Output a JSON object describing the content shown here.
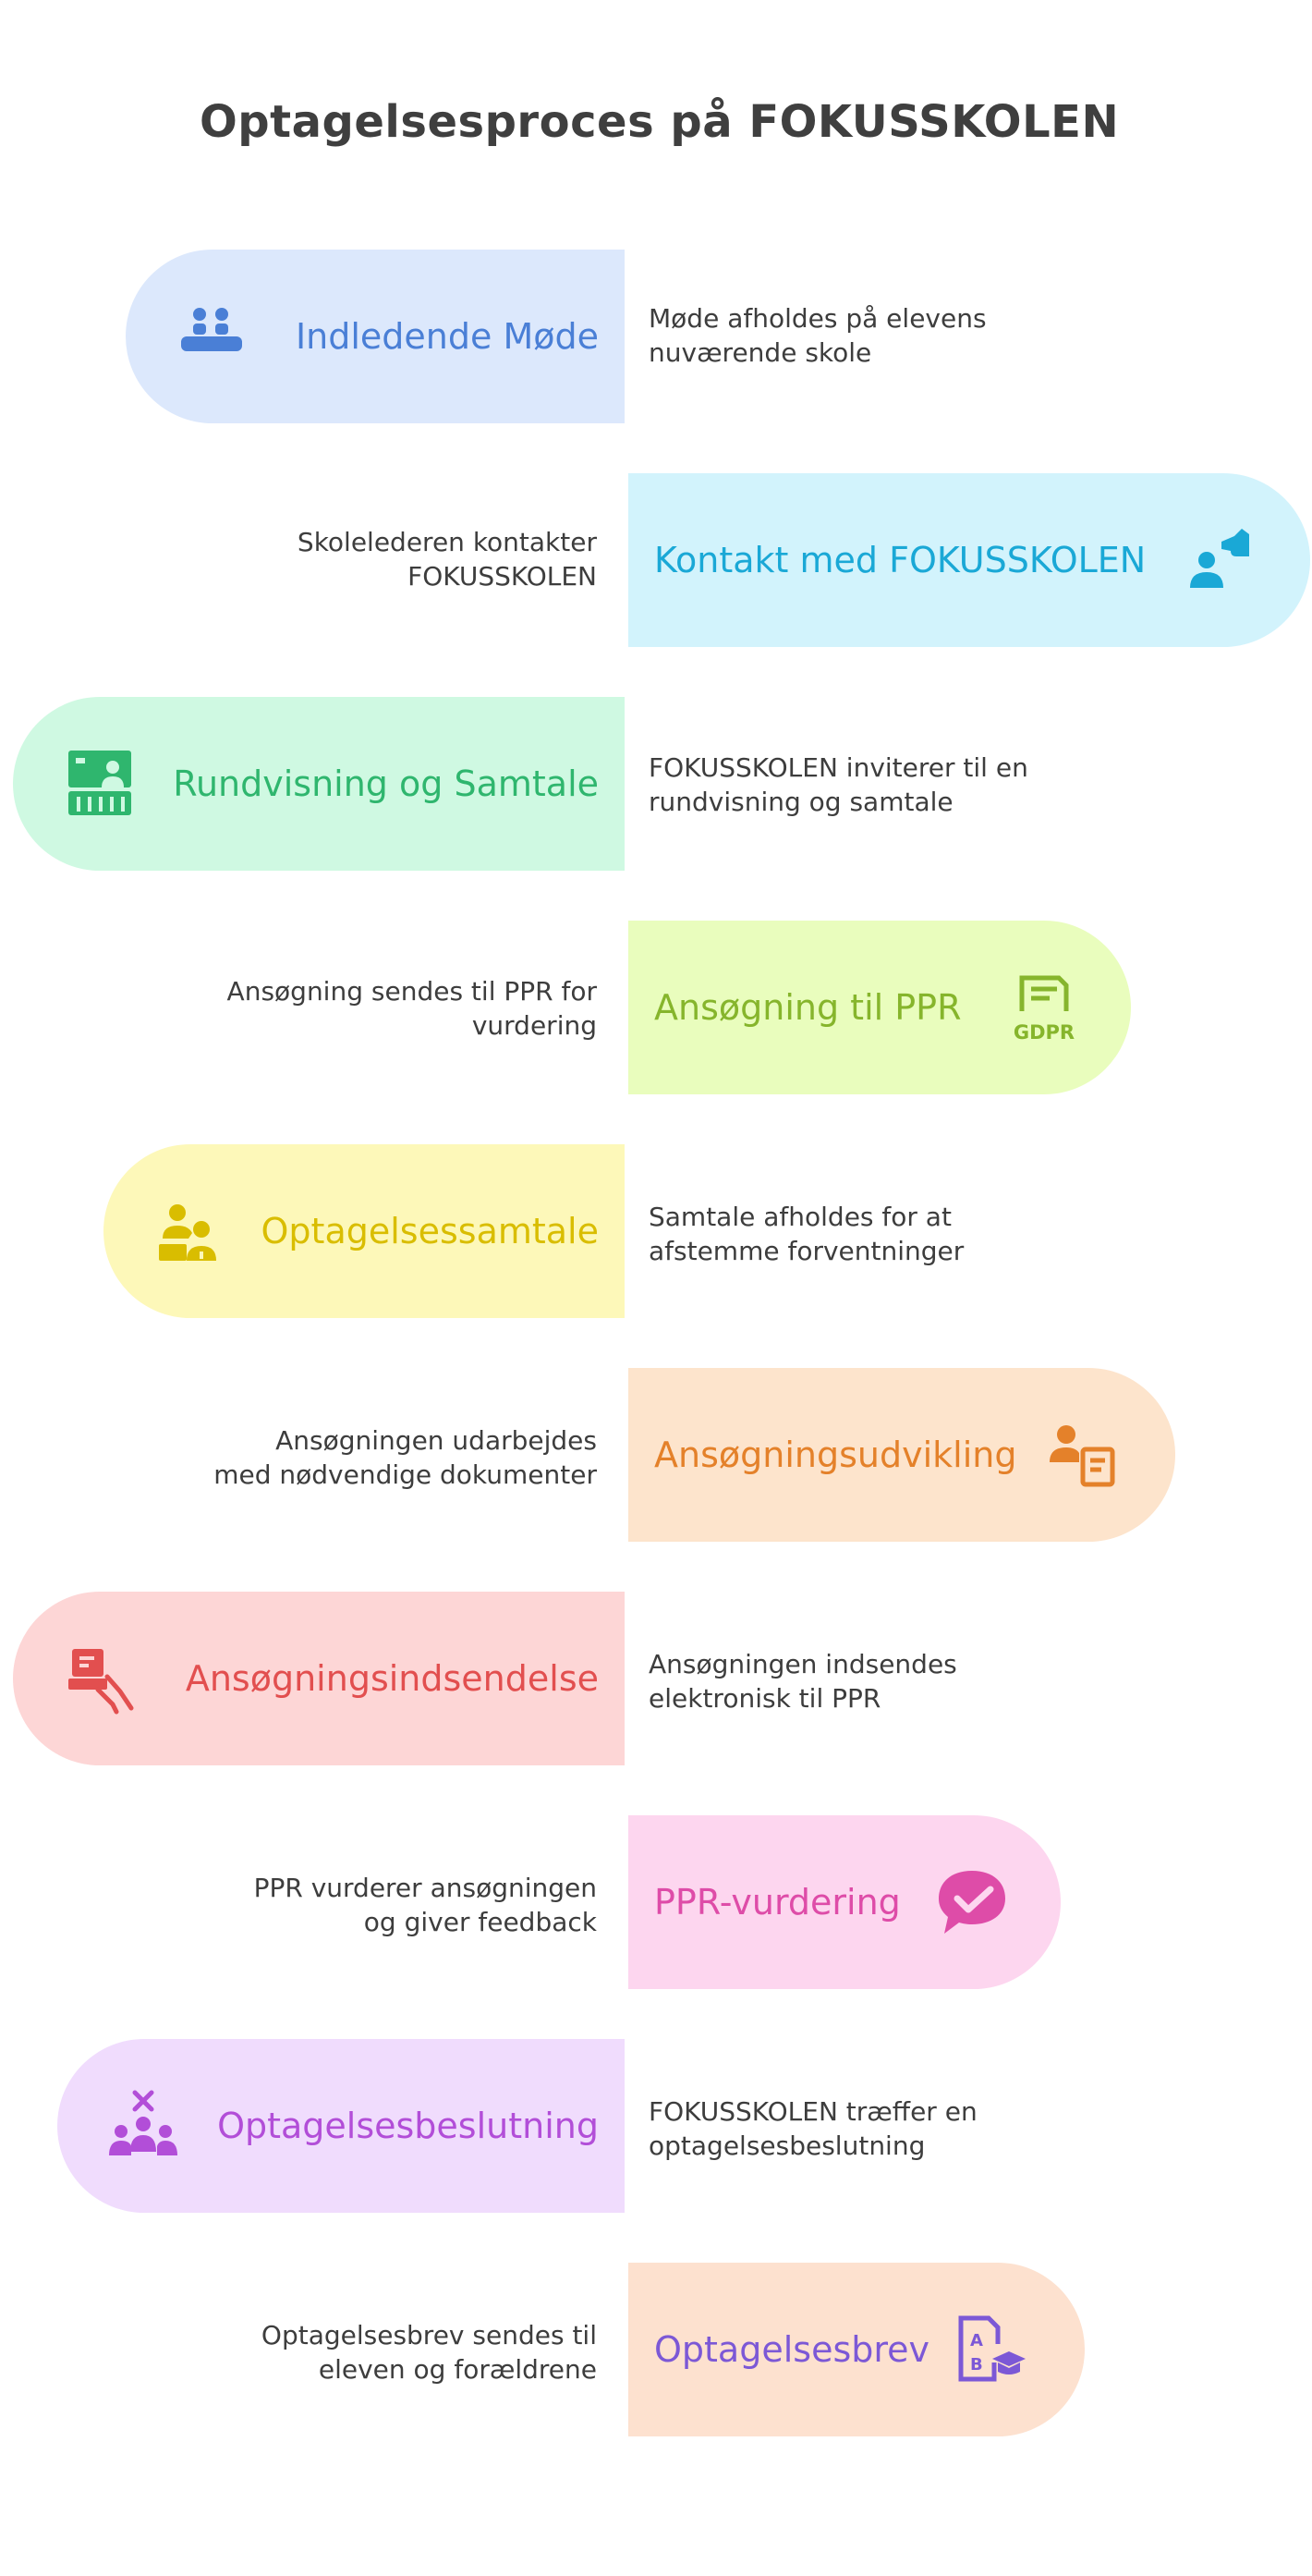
{
  "title": "Optagelsesproces på FOKUSSKOLEN",
  "steps": [
    {
      "label": "Indledende Møde",
      "icon": "meeting-icon",
      "color": "#4a7fd6",
      "bg": "#dce8fc",
      "desc": [
        "Møde afholdes på elevens",
        "nuværende skole"
      ]
    },
    {
      "label": "Kontakt med FOKUSSKOLEN",
      "icon": "contact-icon",
      "color": "#1aa8d6",
      "bg": "#d2f3fc",
      "desc": [
        "Skolelederen kontakter",
        "FOKUSSKOLEN"
      ]
    },
    {
      "label": "Rundvisning og Samtale",
      "icon": "tour-icon",
      "color": "#2fb66e",
      "bg": "#cff9e2",
      "desc": [
        "FOKUSSKOLEN inviterer til en",
        "rundvisning og samtale"
      ]
    },
    {
      "label": "Ansøgning til PPR",
      "icon": "gdpr-document-icon",
      "color": "#86b52c",
      "bg": "#e9fdbd",
      "desc": [
        "Ansøgning sendes til PPR for",
        "vurdering"
      ]
    },
    {
      "label": "Optagelsessamtale",
      "icon": "interview-icon",
      "color": "#d9bd00",
      "bg": "#fdf8b9",
      "desc": [
        "Samtale afholdes for at",
        "afstemme forventninger"
      ]
    },
    {
      "label": "Ansøgningsudvikling",
      "icon": "applicant-document-icon",
      "color": "#e4812a",
      "bg": "#fde4cc",
      "desc": [
        "Ansøgningen udarbejdes",
        "med nødvendige dokumenter"
      ]
    },
    {
      "label": "Ansøgningsindsendelse",
      "icon": "submit-hand-icon",
      "color": "#e24f4f",
      "bg": "#fdd6d6",
      "desc": [
        "Ansøgningen indsendes",
        "elektronisk til PPR"
      ]
    },
    {
      "label": "PPR-vurdering",
      "icon": "approval-chat-icon",
      "color": "#de4ca8",
      "bg": "#fdd6ef",
      "desc": [
        "PPR vurderer ansøgningen",
        "og giver feedback"
      ]
    },
    {
      "label": "Optagelsesbeslutning",
      "icon": "group-decision-icon",
      "color": "#b24ed8",
      "bg": "#f0dcfd",
      "desc": [
        "FOKUSSKOLEN træffer en",
        "optagelsesbeslutning"
      ]
    },
    {
      "label": "Optagelsesbrev",
      "icon": "graduation-letter-icon",
      "color": "#7c58d6",
      "bg": "#fde1cf",
      "desc": [
        "Optagelsesbrev sendes til",
        "eleven og forældrene"
      ]
    }
  ]
}
